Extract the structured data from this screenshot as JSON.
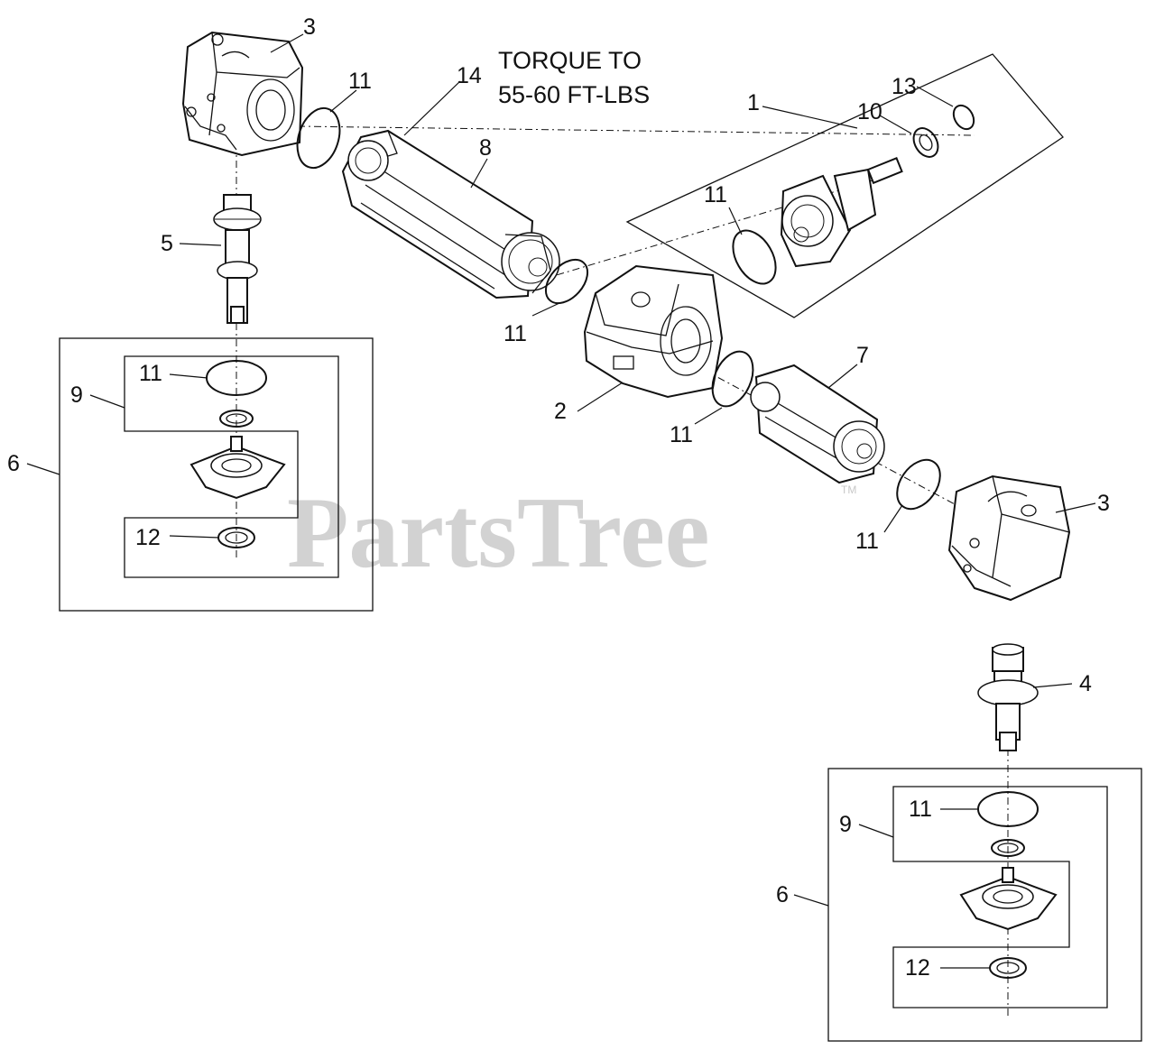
{
  "watermark": {
    "text": "PartsTree",
    "trademark": "TM"
  },
  "note": {
    "line1": "TORQUE TO",
    "line2": "55-60 FT-LBS"
  },
  "callouts": {
    "c3_top": "3",
    "c11_top": "11",
    "c14": "14",
    "c8": "8",
    "c1": "1",
    "c13": "13",
    "c10": "10",
    "c11_box1": "11",
    "c5": "5",
    "c11_mid": "11",
    "c2": "2",
    "c7": "7",
    "c11_low": "11",
    "c11_right": "11",
    "c3_right": "3",
    "c4": "4",
    "left_kit_6": "6",
    "left_kit_9": "9",
    "left_kit_11": "11",
    "left_kit_12": "12",
    "right_kit_6": "6",
    "right_kit_9": "9",
    "right_kit_11": "11",
    "right_kit_12": "12"
  }
}
